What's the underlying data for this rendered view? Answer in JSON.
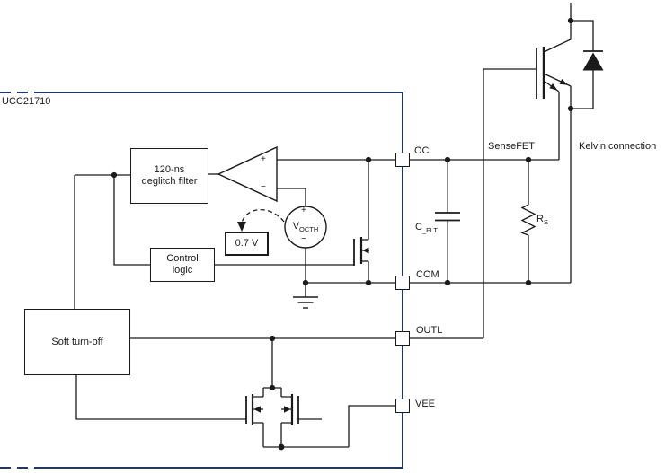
{
  "figure": {
    "device_label": "UCC21710",
    "blocks": {
      "deglitch_line1": "120-ns",
      "deglitch_line2": "deglitch filter",
      "control_line1": "Control",
      "control_line2": "logic",
      "soft_turn_off": "Soft turn-off",
      "threshold_value": "0.7 V"
    },
    "comparator": {
      "plus": "+",
      "minus": "−"
    },
    "vocth": {
      "name": "V",
      "sub": "OCTH",
      "plus": "+",
      "minus": "−"
    },
    "pins": {
      "oc": "OC",
      "com": "COM",
      "outl": "OUTL",
      "vee": "VEE"
    },
    "labels": {
      "sensefet": "SenseFET",
      "kelvin": "Kelvin connection",
      "cap_name": "C",
      "cap_sub": "_FLT",
      "res_name": "R",
      "res_sub": "S"
    },
    "colors": {
      "boundary": "#1f3864",
      "wire": "#1a1a1a"
    }
  }
}
